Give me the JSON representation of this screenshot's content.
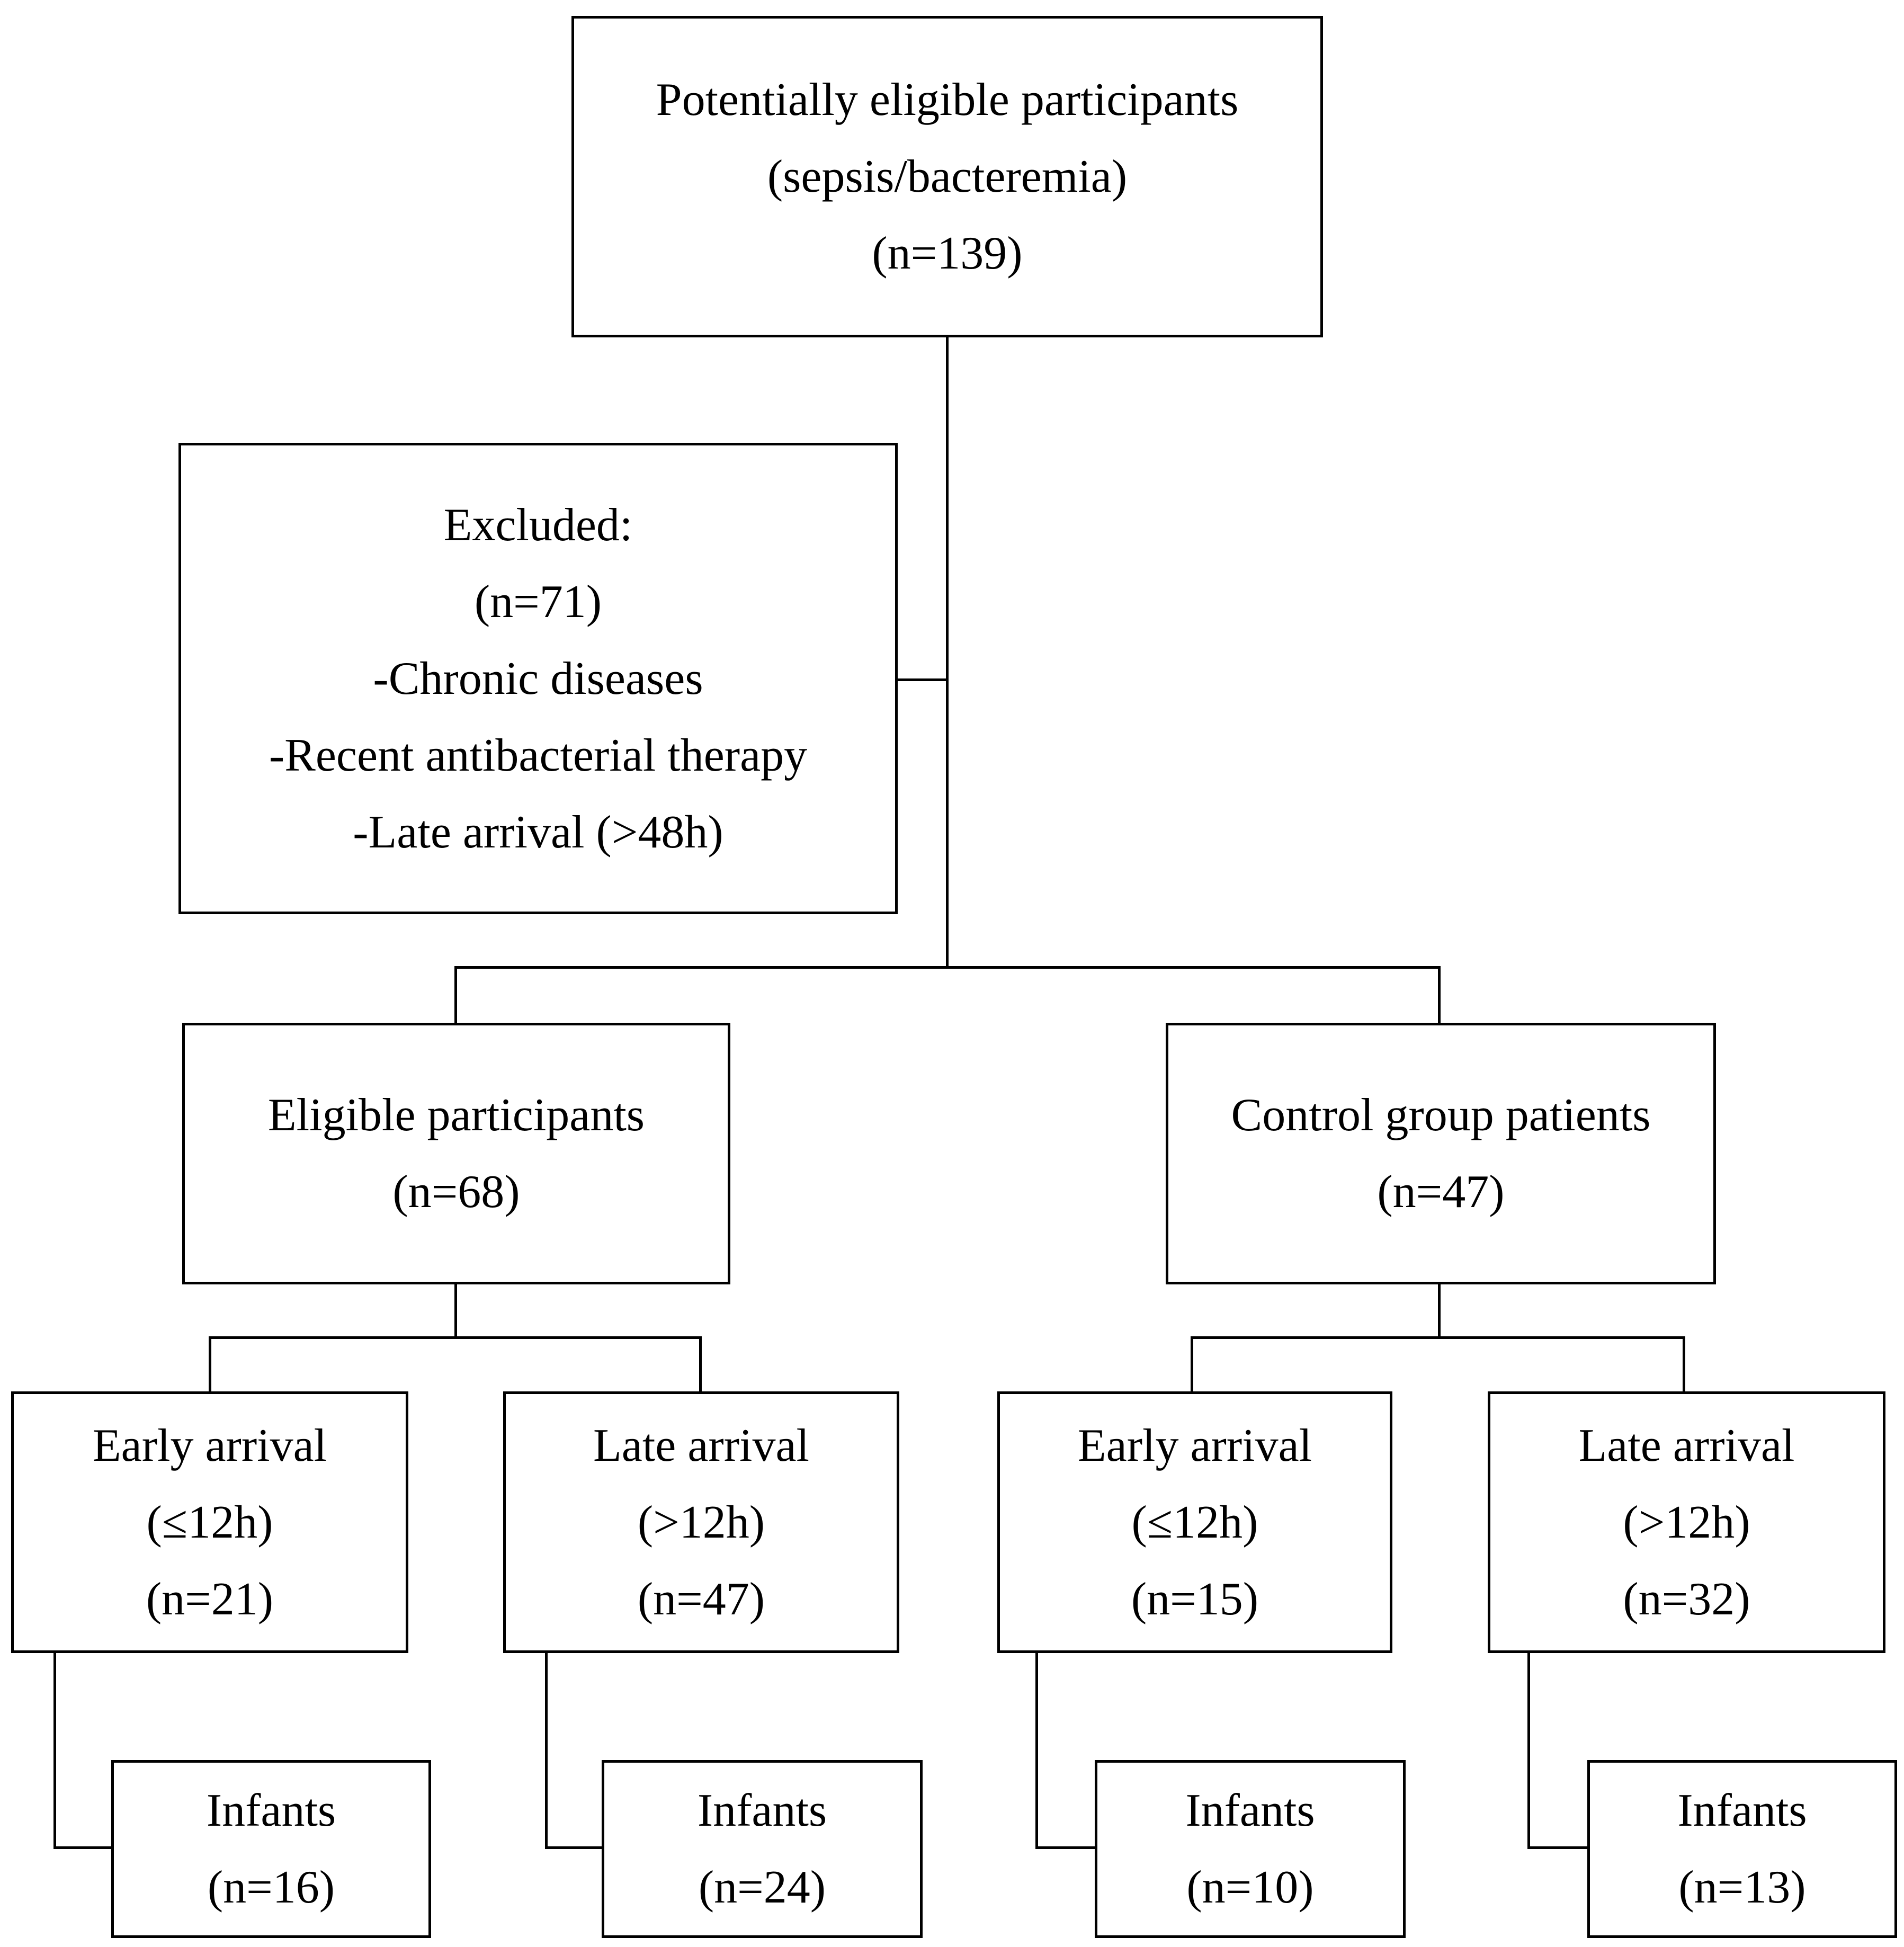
{
  "flowchart": {
    "top": {
      "line1": "Potentially eligible participants",
      "line2": "(sepsis/bacteremia)",
      "line3": "(n=139)"
    },
    "excluded": {
      "line1": "Excluded:",
      "line2": "(n=71)",
      "line3": "-Chronic diseases",
      "line4": "-Recent antibacterial therapy",
      "line5": "-Late arrival (>48h)"
    },
    "eligible": {
      "line1": "Eligible participants",
      "line2": "(n=68)"
    },
    "control": {
      "line1": "Control group patients",
      "line2": "(n=47)"
    },
    "eligible_early": {
      "line1": "Early arrival",
      "line2": "(≤12h)",
      "line3": "(n=21)"
    },
    "eligible_late": {
      "line1": "Late arrival",
      "line2": "(>12h)",
      "line3": "(n=47)"
    },
    "control_early": {
      "line1": "Early arrival",
      "line2": "(≤12h)",
      "line3": "(n=15)"
    },
    "control_late": {
      "line1": "Late arrival",
      "line2": "(>12h)",
      "line3": "(n=32)"
    },
    "infants_eligible_early": {
      "line1": "Infants",
      "line2": "(n=16)"
    },
    "infants_eligible_late": {
      "line1": "Infants",
      "line2": "(n=24)"
    },
    "infants_control_early": {
      "line1": "Infants",
      "line2": "(n=10)"
    },
    "infants_control_late": {
      "line1": "Infants",
      "line2": "(n=13)"
    }
  }
}
